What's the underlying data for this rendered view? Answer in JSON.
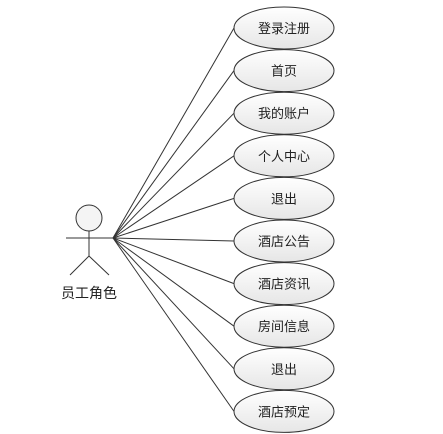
{
  "actor": {
    "label": "员工角色"
  },
  "use_cases": [
    {
      "label": "登录注册"
    },
    {
      "label": "首页"
    },
    {
      "label": "我的账户"
    },
    {
      "label": "个人中心"
    },
    {
      "label": "退出"
    },
    {
      "label": "酒店公告"
    },
    {
      "label": "酒店资讯"
    },
    {
      "label": "房间信息"
    },
    {
      "label": "退出"
    },
    {
      "label": "酒店预定"
    }
  ],
  "colors": {
    "line": "#333333",
    "ellipse_fill_top": "#ffffff",
    "ellipse_fill_bottom": "#e6e6e6",
    "text": "#222222"
  }
}
